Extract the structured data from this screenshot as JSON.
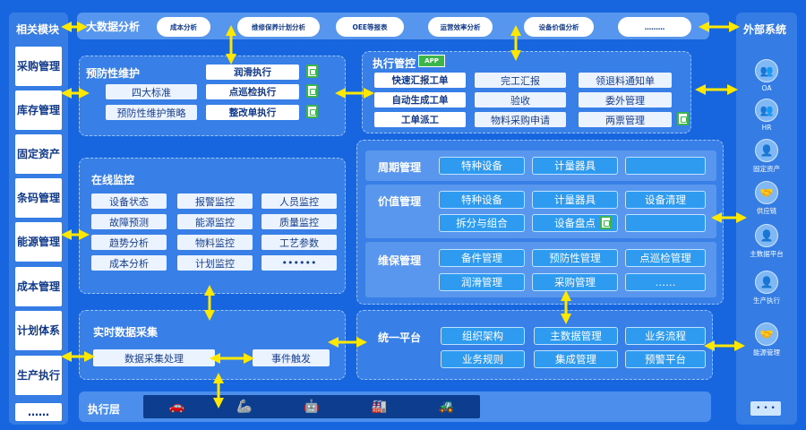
{
  "left": {
    "title": "相关模块",
    "items": [
      "采购管理",
      "库存管理",
      "固定资产",
      "条码管理",
      "能源管理",
      "成本管理",
      "计划体系",
      "生产执行",
      "……"
    ]
  },
  "right": {
    "title": "外部系统",
    "items": [
      "OA",
      "HR",
      "固定资产",
      "供应链",
      "主数据平台",
      "生产执行",
      "能源管理"
    ],
    "more": "• • •"
  },
  "bigdata": {
    "title": "大数据分析",
    "items": [
      "成本分析",
      "维修保养计划分析",
      "OEE等报表",
      "运营效率分析",
      "设备价值分析",
      "………"
    ]
  },
  "preventive": {
    "title": "预防性维护",
    "items": [
      "润滑执行",
      "四大标准",
      "点巡检执行",
      "预防性维护策略",
      "整改单执行"
    ]
  },
  "exec": {
    "title": "执行管控",
    "app": "APP",
    "items": [
      "快速汇报工单",
      "完工汇报",
      "领退料通知单",
      "自动生成工单",
      "验收",
      "委外管理",
      "工单派工",
      "物料采购申请",
      "两票管理"
    ]
  },
  "monitor": {
    "title": "在线监控",
    "items": [
      "设备状态",
      "报警监控",
      "人员监控",
      "故障预测",
      "能源监控",
      "质量监控",
      "趋势分析",
      "物料监控",
      "工艺参数",
      "成本分析",
      "计划监控",
      "••••••"
    ]
  },
  "cycle": {
    "title": "周期管理",
    "items": [
      "特种设备",
      "计量器具",
      ""
    ]
  },
  "value": {
    "title": "价值管理",
    "items": [
      "特种设备",
      "计量器具",
      "设备清理",
      "拆分与组合",
      "设备盘点",
      ""
    ]
  },
  "maint": {
    "title": "维保管理",
    "items": [
      "备件管理",
      "预防性管理",
      "点巡检管理",
      "润滑管理",
      "采购管理",
      "……"
    ]
  },
  "collect": {
    "title": "实时数据采集",
    "items": [
      "数据采集处理",
      "事件触发"
    ]
  },
  "platform": {
    "title": "统一平台",
    "items": [
      "组织架构",
      "主数据管理",
      "业务流程",
      "业务规则",
      "集成管理",
      "预警平台"
    ]
  },
  "execlayer": {
    "title": "执行层"
  }
}
